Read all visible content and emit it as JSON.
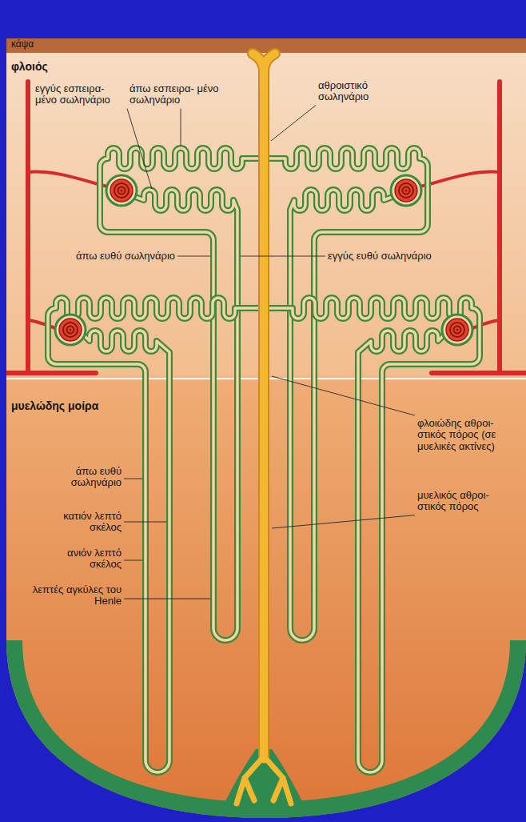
{
  "diagram": {
    "labels": [
      "κάψα",
      "φλοιός",
      "εγγύς εσπειρα- μένο σωληνάριο",
      "άπω εσπειρα- μένο σωληνάριο",
      "αθροιστικό σωληνάριο",
      "άπω ευθύ σωληνάριο",
      "εγγύς ευθύ σωληνάριο",
      "μυελώδης μοίρα",
      "φλοιώδης αθροι- στικός πόρος (σε μυελικές ακτίνες)",
      "άπω ευθύ σωληνάριο",
      "κατιόν λεπτό σκέλος",
      "μυελικός αθροι- στικός πόρος",
      "ανιόν λεπτό σκέλος",
      "λεπτές αγκύλες του Henle"
    ]
  }
}
